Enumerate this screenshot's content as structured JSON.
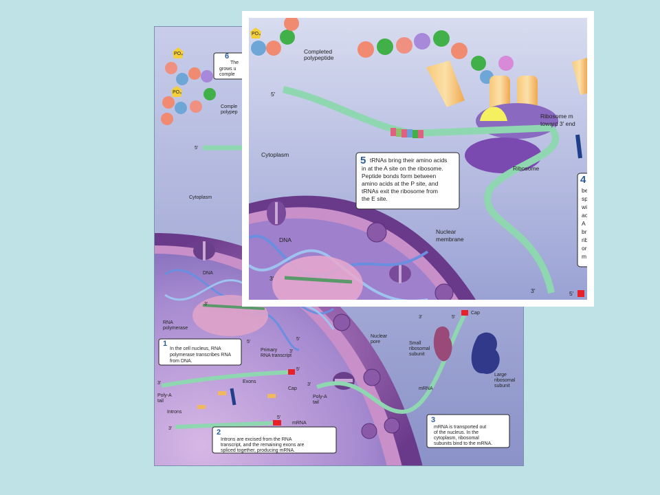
{
  "back": {
    "step6": {
      "num": "6",
      "text": [
        "The",
        "grows u",
        "comple"
      ]
    },
    "po4_a": "PO₄",
    "po4_b": "PO₄",
    "completed_polypeptide": [
      "Comple",
      "polypep"
    ],
    "five_prime_top": "5'",
    "cytoplasm": "Cytoplasm",
    "dna": "DNA",
    "three_prime_dna": "3'",
    "rna_polymerase": [
      "RNA",
      "polymerase"
    ],
    "step1": {
      "num": "1",
      "text": [
        "In the cell nucleus, RNA",
        "polymerase transcribes RNA",
        "from DNA."
      ]
    },
    "five_prime_dna": "5'",
    "three_prime_dna2": "3'",
    "five_prime_primary": "5'",
    "primary_transcript": [
      "Primary",
      "RNA transcript"
    ],
    "three_prime_exons": "3'",
    "exons": "Exons",
    "five_prime_cap": "5'",
    "cap": "Cap",
    "poly_a_tail": [
      "Poly-A",
      "tail"
    ],
    "introns": "Introns",
    "three_prime_mrna": "3'",
    "five_prime_mrna": "5'",
    "mrna_small": "mRNA",
    "step2": {
      "num": "2",
      "text": [
        "Introns are excised from the RNA",
        "transcript, and the remaining exons are",
        "spliced together, producing mRNA."
      ]
    },
    "three_prime_poly": "3'",
    "poly_a_tail2": [
      "Poly-A",
      "tail"
    ],
    "nuclear_pore": [
      "Nuclear",
      "pore"
    ],
    "three_prime_right": "3'",
    "five_prime_right": "5'",
    "cap_right": "Cap",
    "small_subunit": [
      "Small",
      "ribosomal",
      "subunit"
    ],
    "large_subunit": [
      "Large",
      "ribosomal",
      "subunit"
    ],
    "mrna_right": "mRNA",
    "step3": {
      "num": "3",
      "text": [
        "mRNA is transported out",
        "of the nucleus. In the",
        "cytoplasm, ribosomal",
        "subunits bind to the mRNA."
      ]
    }
  },
  "front": {
    "completed_polypeptide": [
      "Completed",
      "polypeptide"
    ],
    "po4": "PO₄",
    "five_prime": "5'",
    "cytoplasm": "Cytoplasm",
    "step5": {
      "num": "5",
      "text": [
        "tRNAs bring their amino acids",
        "in at the A site on the ribosome.",
        "Peptide bonds form between",
        "amino acids at the P site, and",
        "tRNAs exit the ribosome from",
        "the E site."
      ]
    },
    "ribosome_moves": [
      "Ribosome m",
      "toward 3' end"
    ],
    "ribosome": "Ribosome",
    "step4": {
      "num": "4",
      "text": [
        "be",
        "sp",
        "wi",
        "ac",
        "A",
        "br",
        "rib",
        "or",
        "m"
      ]
    },
    "dna": "DNA",
    "three_prime_dna": "3'",
    "nuclear_membrane": [
      "Nuclear",
      "membrane"
    ],
    "three_prime_bottom": "3'",
    "five_prime_bottom": "5'"
  }
}
